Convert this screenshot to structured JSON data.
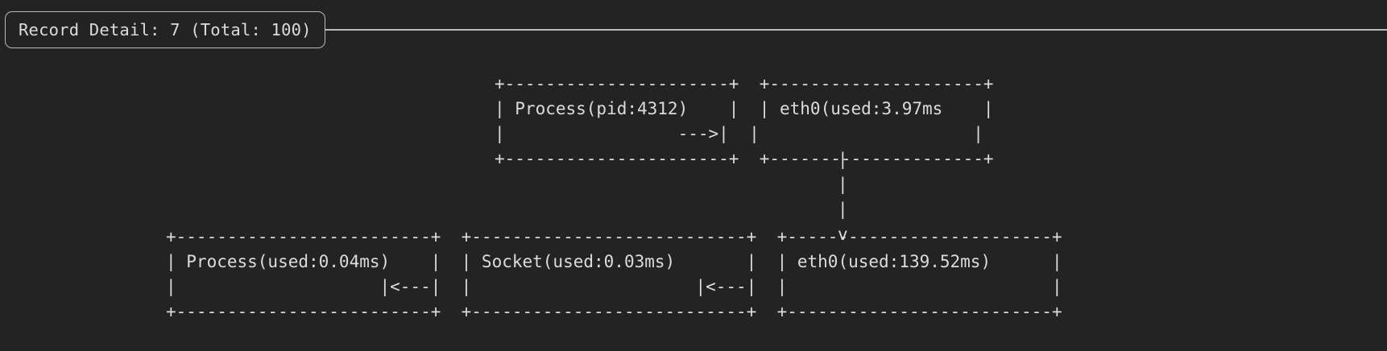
{
  "window": {
    "background_color": "#232323",
    "foreground_color": "#dcdcdc",
    "border_color": "#b9b9b9"
  },
  "header": {
    "title": "Record Detail: 7 (Total: 100)",
    "record_index": "7",
    "record_total": "100"
  },
  "diagram": {
    "type": "ascii-flow",
    "nodes": [
      {
        "id": "process-pid",
        "label": "Process(pid:4312)",
        "row": "top",
        "column": 1
      },
      {
        "id": "eth0-top",
        "label": "eth0(used:3.97ms",
        "row": "top",
        "column": 2
      },
      {
        "id": "process-used",
        "label": "Process(used:0.04ms)",
        "row": "bottom",
        "column": 1
      },
      {
        "id": "socket-used",
        "label": "Socket(used:0.03ms)",
        "row": "bottom",
        "column": 2
      },
      {
        "id": "eth0-bottom",
        "label": "eth0(used:139.52ms)",
        "row": "bottom",
        "column": 3
      }
    ],
    "edges": [
      {
        "from": "process-pid",
        "to": "eth0-top",
        "glyph": "--->",
        "direction": "right"
      },
      {
        "from": "eth0-top",
        "to": "eth0-bottom",
        "glyph": "v",
        "direction": "down"
      },
      {
        "from": "eth0-bottom",
        "to": "socket-used",
        "glyph": "<---",
        "direction": "left"
      },
      {
        "from": "socket-used",
        "to": "process-used",
        "glyph": "<---",
        "direction": "left"
      }
    ],
    "art": {
      "row_top": "+----------------------+  +---------------------+\n| Process(pid:4312)    |  | eth0(used:3.97ms    |\n|                 --->|  |                     |\n+----------------------+  +---------------------+",
      "gap_column": "|\n|\n|\nv",
      "row_bottom": "+-------------------------+  +---------------------------+  +--------------------------+\n| Process(used:0.04ms)    |  | Socket(used:0.03ms)       |  | eth0(used:139.52ms)      |\n|                    |<---|  |                      |<---|  |                          |\n+-------------------------+  +---------------------------+  +--------------------------+"
    }
  }
}
